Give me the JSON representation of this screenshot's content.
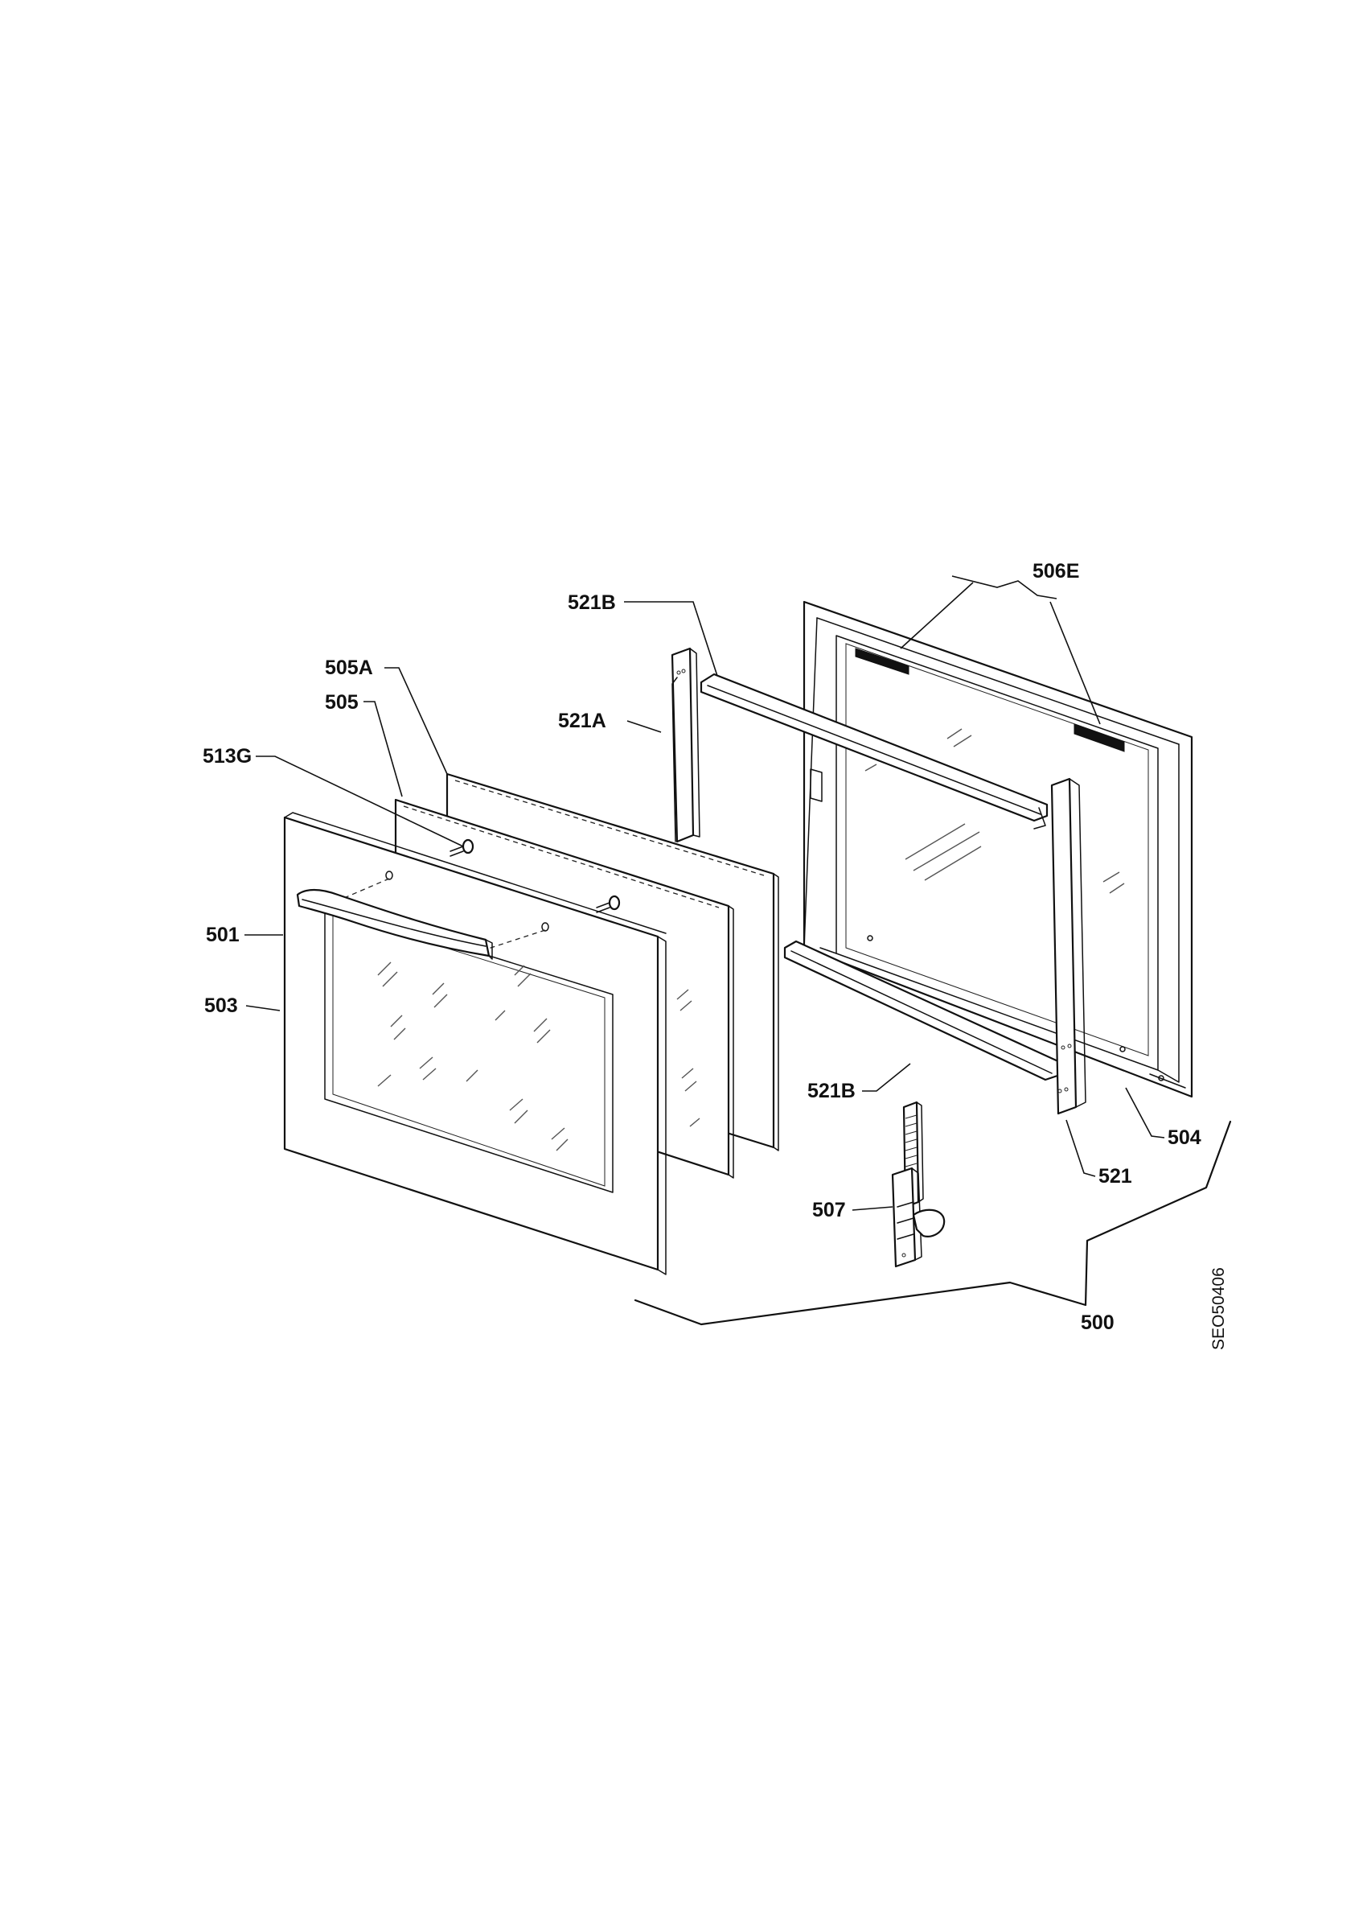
{
  "diagram": {
    "code": "SEO50406",
    "callouts": {
      "c506E": "506E",
      "c521B_top": "521B",
      "c505A": "505A",
      "c505": "505",
      "c521A": "521A",
      "c513G": "513G",
      "c501": "501",
      "c503": "503",
      "c521B_bottom": "521B",
      "c504": "504",
      "c521": "521",
      "c507": "507",
      "c500": "500"
    }
  }
}
